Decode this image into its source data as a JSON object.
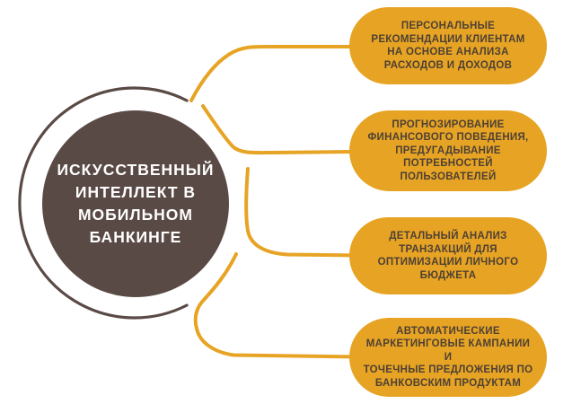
{
  "colors": {
    "gold": "#E7A424",
    "dark": "#5A4A46",
    "box_text": "#4E4034",
    "circle_text": "#FFFFFF",
    "background": "#FFFFFF"
  },
  "center": {
    "title": "ИСКУССТВЕННЫЙ\nИНТЕЛЛЕКТ В\nМОБИЛЬНОМ\nБАНКИНГЕ"
  },
  "items": [
    {
      "label": "ПЕРСОНАЛЬНЫЕ\nРЕКОМЕНДАЦИИ КЛИЕНТАМ\nНА ОСНОВЕ АНАЛИЗА\nРАСХОДОВ И ДОХОДОВ"
    },
    {
      "label": "ПРОГНОЗИРОВАНИЕ\nФИНАНСОВОГО ПОВЕДЕНИЯ,\nПРЕДУГАДЫВАНИЕ\nПОТРЕБНОСТЕЙ\nПОЛЬЗОВАТЕЛЕЙ"
    },
    {
      "label": "ДЕТАЛЬНЫЙ АНАЛИЗ\nТРАНЗАКЦИЙ ДЛЯ\nОПТИМИЗАЦИИ ЛИЧНОГО\nБЮДЖЕТА"
    },
    {
      "label": "АВТОМАТИЧЕСКИЕ\nМАРКЕТИНГОВЫЕ КАМПАНИИ И\nТОЧЕЧНЫЕ ПРЕДЛОЖЕНИЯ ПО\nБАНКОВСКИМ ПРОДУКТАМ"
    }
  ]
}
